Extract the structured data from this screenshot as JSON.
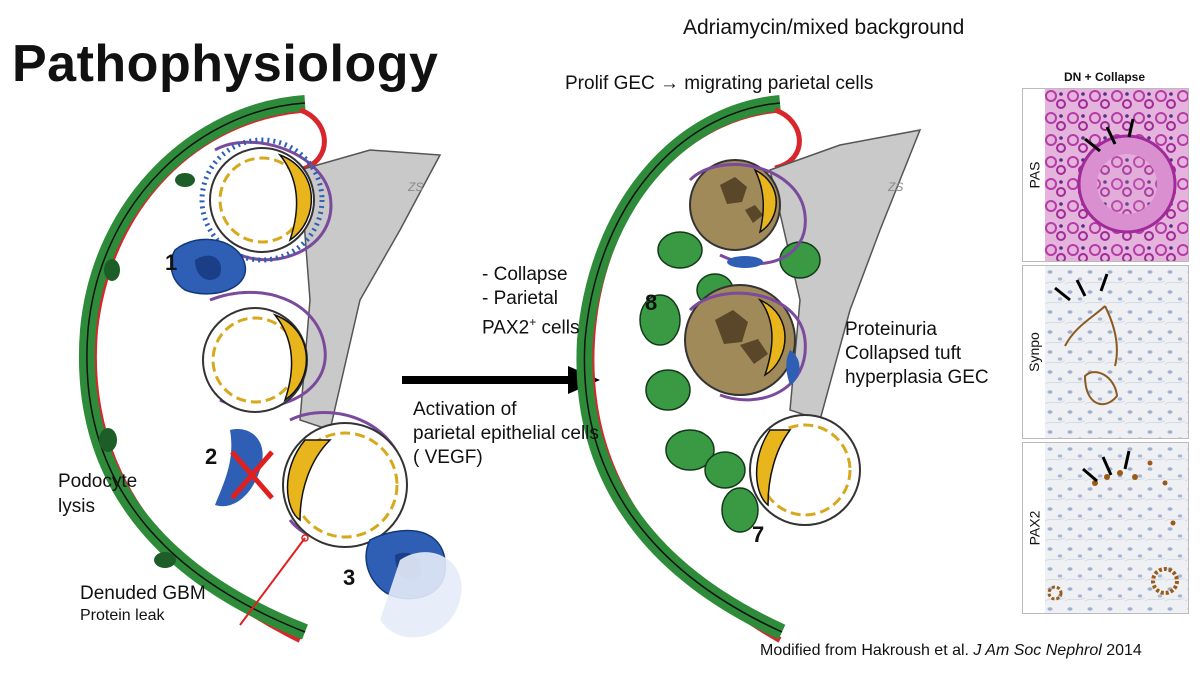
{
  "title": "Pathophysiology",
  "header_right": "Adriamycin/mixed background",
  "subtitle_right": "Prolif GEC → migrating parietal cells",
  "left_diagram": {
    "numbers": [
      "1",
      "2",
      "3"
    ],
    "label_podocyte_line1": "Podocyte",
    "label_podocyte_line2": "lysis",
    "label_gbm": "Denuded GBM",
    "label_leak": "Protein leak",
    "signature": "ZS"
  },
  "middle": {
    "bullet1": "- Collapse",
    "bullet2": "- Parietal",
    "bullet3_base": "PAX2",
    "bullet3_sup": "+",
    "bullet3_tail": " cells",
    "activation_line1": "Activation of",
    "activation_line2": "parietal epithelial cells",
    "activation_line3": "( VEGF)"
  },
  "right_diagram": {
    "numbers": [
      "8",
      "7"
    ],
    "label_line1": "Proteinuria",
    "label_line2": "Collapsed tuft",
    "label_line3": "hyperplasia GEC",
    "signature": "ZS"
  },
  "histology": {
    "header": "DN + Collapse",
    "panels": [
      {
        "label": "PAS"
      },
      {
        "label": "Synpo"
      },
      {
        "label": "PAX2"
      }
    ]
  },
  "citation": {
    "prefix": "Modified from Hakroush et al. ",
    "journal": "J Am Soc Nephrol",
    "year": " 2014"
  },
  "colors": {
    "bowman_green": "#2e8b3a",
    "bowman_red": "#d8262c",
    "podocyte_blue": "#2f5fb5",
    "yellow_cell": "#e8b51c",
    "mesangium_gray": "#c9c9c9",
    "cell_green": "#3a9a44",
    "brown_loop": "#a08a5a",
    "pas_magenta": "#b63aa8",
    "arrow_black": "#000000"
  }
}
